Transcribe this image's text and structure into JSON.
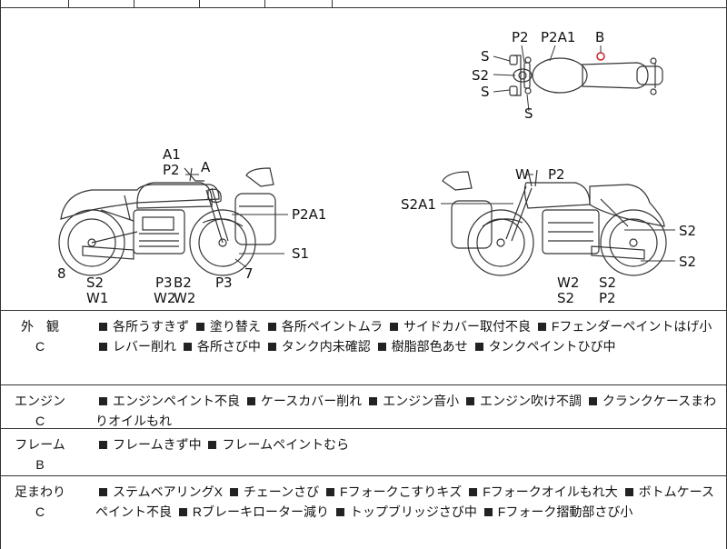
{
  "header": {
    "partial_text": "…"
  },
  "diagram": {
    "top_view_labels": [
      "S",
      "S2",
      "S",
      "S",
      "P2",
      "P2A1",
      "B"
    ],
    "left_view_labels": [
      "A1",
      "P2",
      "A",
      "P2A1",
      "S1",
      "8",
      "S2",
      "W1",
      "P3",
      "B2",
      "W2",
      "W2",
      "P3",
      "7"
    ],
    "right_view_labels": [
      "W",
      "P2",
      "S2A1",
      "S2",
      "S2",
      "W2",
      "S2",
      "S2",
      "P2"
    ]
  },
  "sections": [
    {
      "name": "外　観",
      "grade": "C",
      "items": [
        "各所うすきず",
        "塗り替え",
        "各所ペイントムラ",
        "サイドカバー取付不良",
        "Fフェンダーペイントはげ小",
        "レバー削れ",
        "各所さび中",
        "タンク内未確認",
        "樹脂部色あせ",
        "タンクペイントひび中"
      ]
    },
    {
      "name": "エンジン",
      "grade": "C",
      "items": [
        "エンジンペイント不良",
        "ケースカバー削れ",
        "エンジン音小",
        "エンジン吹け不調",
        "クランクケースまわりオイルもれ"
      ]
    },
    {
      "name": "フレーム",
      "grade": "B",
      "items": [
        "フレームきず中",
        "フレームペイントむら"
      ]
    },
    {
      "name": "足まわり",
      "grade": "C",
      "items": [
        "ステムベアリングX",
        "チェーンさび",
        "Fフォークこすりキズ",
        "Fフォークオイルもれ大",
        "ボトムケースペイント不良",
        "Rブレーキローター減り",
        "トップブリッジさび中",
        "Fフォーク摺動部さび小"
      ]
    }
  ],
  "colors": {
    "line": "#333333",
    "mark_ring": "#cc2222",
    "text": "#111111"
  }
}
